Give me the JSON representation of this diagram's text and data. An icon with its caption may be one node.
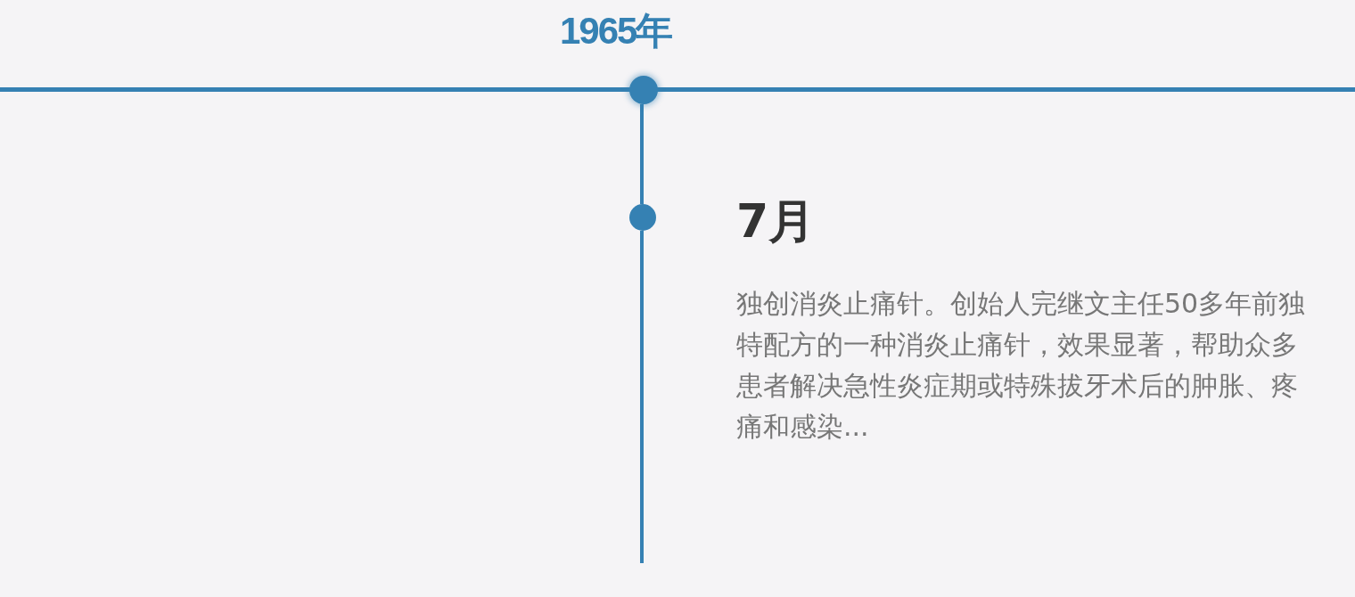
{
  "diagram": {
    "nodes": [
      {
        "text": [],
        "shape": "circle",
        "beside": [
          "1965年"
        ]
      },
      {
        "text": [],
        "shape": "circle",
        "beside": [
          "7月",
          "独创消炎止痛针。创始人完继文主任50多年前独特配方的一种消炎止痛针，效果显著，帮助众多患者解决急性炎症期或特殊拔牙术后的肿胀、疼痛和感染..."
        ]
      }
    ],
    "edges": [
      {
        "from": 0,
        "to": 1,
        "arrow": "none"
      },
      {
        "from": 1,
        "to": null,
        "arrow": "none"
      }
    ]
  }
}
